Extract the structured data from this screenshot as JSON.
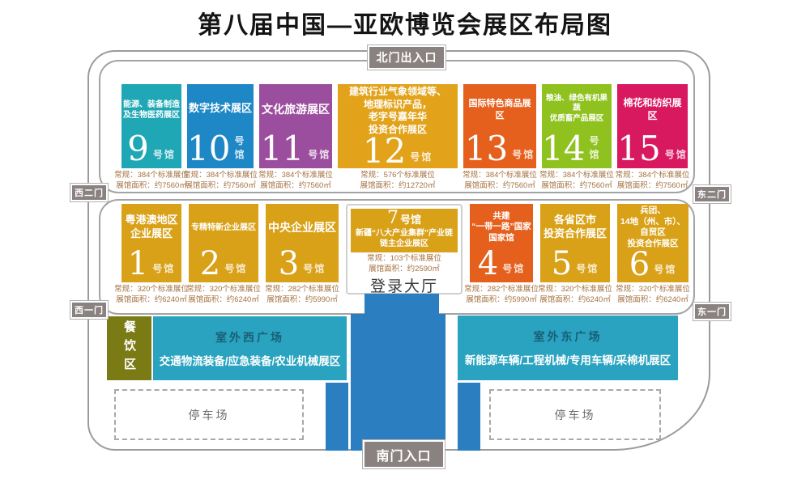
{
  "title": "第八届中国—亚欧博览会展区布局图",
  "gates": {
    "north": "北门出入口",
    "south": "南门入口",
    "west2": "西二门",
    "west1": "西一门",
    "east2": "东二门",
    "east1": "东一门"
  },
  "north_halls": [
    {
      "name": "能源、装备制造\n及生物医药展区",
      "number": "9",
      "suffix": "号馆",
      "booths": "常规：384个标准展位",
      "area": "展馆面积：约7560㎡",
      "color": "#1fa7b5"
    },
    {
      "name": "数字技术展区",
      "number": "10",
      "suffix": "号馆",
      "booths": "常规：384个标准展位",
      "area": "展馆面积：约7560㎡",
      "color": "#1e87c6"
    },
    {
      "name": "文化旅游展区",
      "number": "11",
      "suffix": "号馆",
      "booths": "常规：384个标准展位",
      "area": "展馆面积：约7560㎡",
      "color": "#9b4e9e"
    },
    {
      "name": "建筑行业气象领域等、\n地理标识产品，\n老字号嘉年华\n投资合作展区",
      "number": "12",
      "suffix": "号馆",
      "booths": "常规：576个标准展位",
      "area": "展馆面积：约12720㎡",
      "color": "#e2a31b"
    },
    {
      "name": "国际特色商品展区",
      "number": "13",
      "suffix": "号馆",
      "booths": "常规：384个标准展位",
      "area": "展馆面积：约7560㎡",
      "color": "#e5601d"
    },
    {
      "name": "粮油、绿色有机果蔬\n优质畜产品展区",
      "number": "14",
      "suffix": "号馆",
      "booths": "常规：384个标准展位",
      "area": "展馆面积：约7560㎡",
      "color": "#8fc21f"
    },
    {
      "name": "棉花和纺织展区",
      "number": "15",
      "suffix": "号馆",
      "booths": "常规：384个标准展位",
      "area": "展馆面积：约7560㎡",
      "color": "#d8195f"
    }
  ],
  "south_halls": [
    {
      "name": "粤港澳地区\n企业展区",
      "number": "1",
      "suffix": "号馆",
      "booths": "常规：320个标准展位",
      "area": "展馆面积：约6240㎡",
      "color": "#d9a117"
    },
    {
      "name": "专精特新企业展区",
      "number": "2",
      "suffix": "号馆",
      "booths": "常规：320个标准展位",
      "area": "展馆面积：约6240㎡",
      "color": "#d9a117"
    },
    {
      "name": "中央企业展区",
      "number": "3",
      "suffix": "号馆",
      "booths": "常规：282个标准展位",
      "area": "展馆面积：约5990㎡",
      "color": "#d9a117"
    },
    {
      "name": "共建\n“一带一路”国家\n国家馆",
      "number": "4",
      "suffix": "号馆",
      "booths": "常规：282个标准展位",
      "area": "展馆面积：约5990㎡",
      "color": "#e5601d"
    },
    {
      "name": "各省区市\n投资合作展区",
      "number": "5",
      "suffix": "号馆",
      "booths": "常规：320个标准展位",
      "area": "展馆面积：约6240㎡",
      "color": "#d9a117"
    },
    {
      "name": "兵团、\n14地（州、市）、\n自贸区\n投资合作展区",
      "number": "6",
      "suffix": "号馆",
      "booths": "常规：320个标准展位",
      "area": "展馆面积：约6240㎡",
      "color": "#d9a117"
    }
  ],
  "hall7": {
    "number": "7",
    "suffix": "号馆",
    "name": "新疆“八大产业集群”产业链\n链主企业展区",
    "booths": "常规：103个标准展位",
    "area": "展馆面积：约2590㎡",
    "registration": "登录大厅",
    "color": "#d9a117"
  },
  "dining": "餐饮区",
  "west_plaza": {
    "title": "室外西广场",
    "label": "交通物流装备/应急装备/农业机械展区"
  },
  "east_plaza": {
    "title": "室外东广场",
    "label": "新能源车辆/工程机械/专用车辆/采棉机展区"
  },
  "parking_west": "停车场",
  "parking_east": "停车场",
  "colors": {
    "teal": "#1fa7b5",
    "blue": "#1e87c6",
    "purple": "#9b4e9e",
    "amber": "#e2a31b",
    "orange": "#e5601d",
    "green": "#8fc21f",
    "rose": "#d8195f",
    "gold": "#d9a117",
    "olive": "#7b7b15",
    "plaza_teal": "#29a3bf",
    "road_blue": "#2b7fc0",
    "gate_gray": "#8a8280",
    "stats_text": "#a5713f",
    "boundary": "#9b9b9b"
  }
}
